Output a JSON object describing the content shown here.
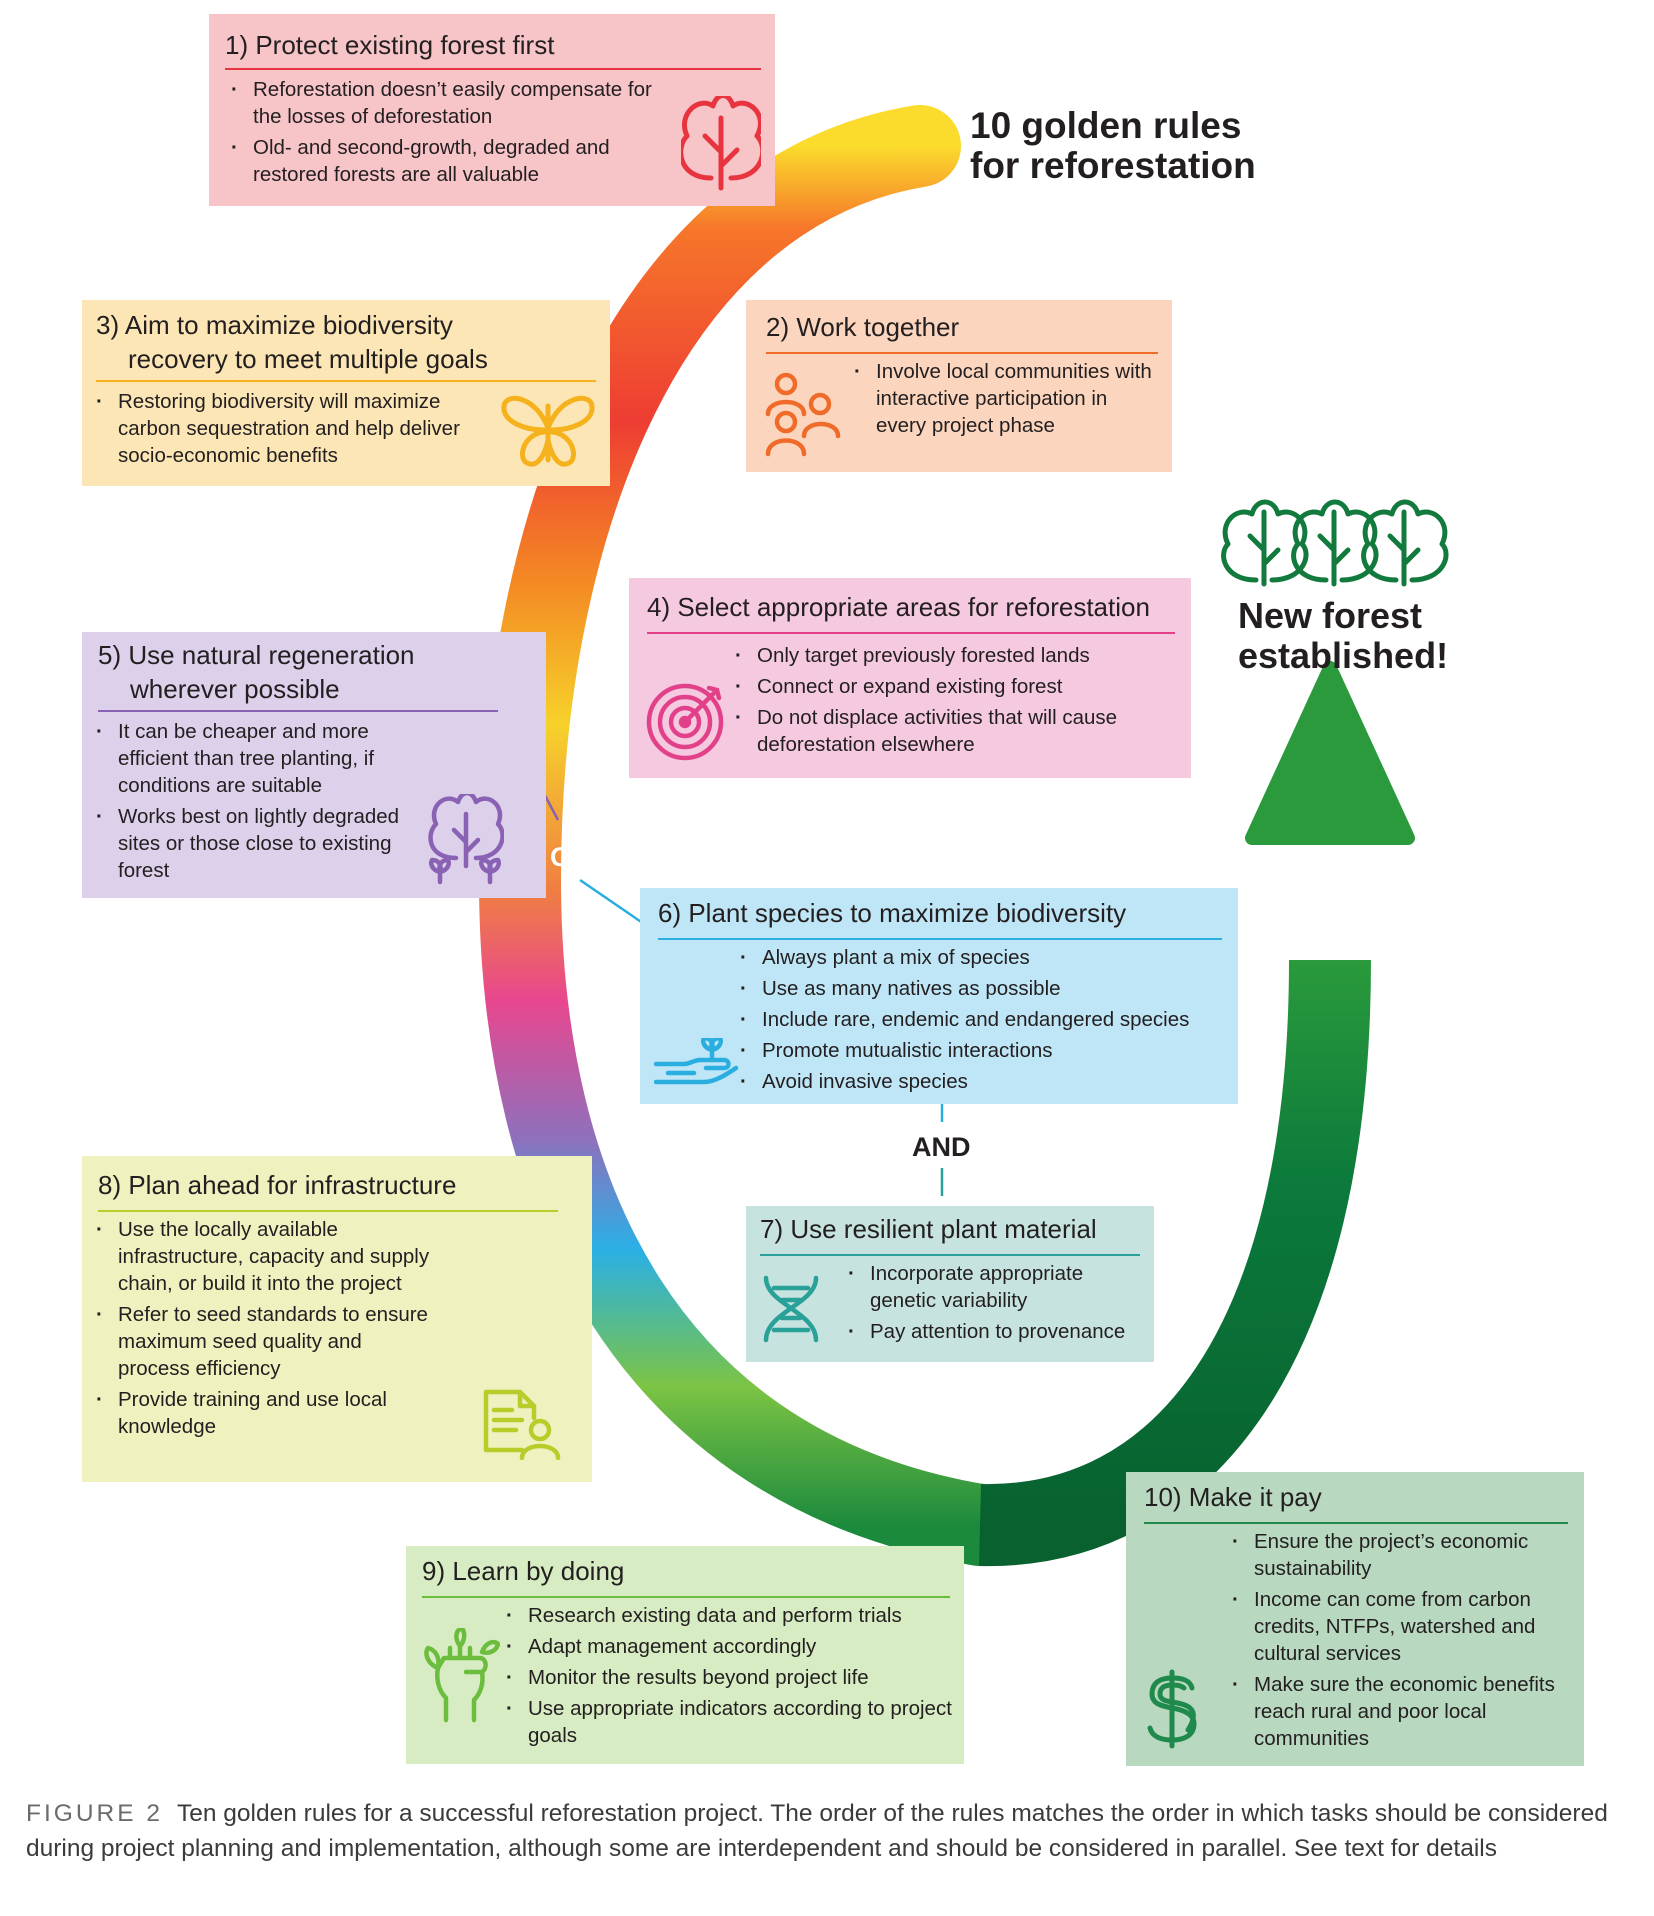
{
  "title": {
    "line1": "10 golden rules",
    "line2": "for reforestation"
  },
  "new_forest": {
    "line1": "New forest",
    "line2": "established!"
  },
  "connectors": {
    "or": "OR",
    "and": "AND"
  },
  "rules": {
    "r1": {
      "heading": "1) Protect existing forest first",
      "icon": "tree-icon",
      "bullets": [
        "Reforestation doesn’t easily compensate for the losses of deforestation",
        "Old- and second-growth, degraded and restored forests are all valuable"
      ]
    },
    "r2": {
      "heading": "2) Work together",
      "icon": "people-icon",
      "bullets": [
        "Involve local communities with interactive participation in every project phase"
      ]
    },
    "r3": {
      "heading_line1": "3) Aim to maximize biodiversity",
      "heading_line2": "recovery to meet multiple goals",
      "icon": "butterfly-icon",
      "bullets": [
        "Restoring biodiversity will maximize carbon sequestration and help deliver socio-economic benefits"
      ]
    },
    "r4": {
      "heading": "4) Select appropriate areas for reforestation",
      "icon": "target-icon",
      "bullets": [
        "Only target previously forested lands",
        "Connect or expand existing forest",
        "Do not displace activities that will cause deforestation elsewhere"
      ]
    },
    "r5": {
      "heading_line1": "5) Use natural regeneration",
      "heading_line2": "wherever possible",
      "icon": "regeneration-tree-icon",
      "bullets": [
        "It can be cheaper and more efficient than tree planting, if conditions are suitable",
        "Works best on lightly degraded sites or those close to existing forest"
      ]
    },
    "r6": {
      "heading": "6) Plant species to maximize biodiversity",
      "icon": "hand-seedling-icon",
      "bullets": [
        "Always plant a mix of species",
        "Use as many natives as possible",
        "Include rare, endemic and endangered species",
        "Promote mutualistic interactions",
        "Avoid invasive species"
      ]
    },
    "r7": {
      "heading": "7) Use resilient plant material",
      "icon": "dna-icon",
      "bullets": [
        "Incorporate appropriate genetic variability",
        "Pay attention to provenance"
      ]
    },
    "r8": {
      "heading": "8) Plan ahead for infrastructure",
      "icon": "document-person-icon",
      "bullets": [
        "Use the locally available infrastructure, capacity and supply chain, or build it into the project",
        "Refer to seed standards to ensure maximum seed quality and process efficiency",
        "Provide training and use local knowledge"
      ]
    },
    "r9": {
      "heading": "9) Learn by doing",
      "icon": "fist-leaves-icon",
      "bullets": [
        "Research existing data and perform trials",
        "Adapt management accordingly",
        "Monitor the results beyond project life",
        "Use appropriate indicators according to project goals"
      ]
    },
    "r10": {
      "heading": "10) Make it pay",
      "icon": "dollar-icon",
      "bullets": [
        "Ensure the project’s economic sustainability",
        "Income can come from carbon credits, NTFPs, watershed and cultural services",
        "Make sure the economic benefits reach rural and poor local communities"
      ]
    }
  },
  "caption": {
    "label": "FIGURE 2",
    "text": "Ten golden rules for a successful reforestation project. The order of the rules matches the order in which tasks should be considered during project planning and implementation, although some are interdependent and should be considered in parallel. See text for details"
  },
  "colors": {
    "r1_bg": "#f7c4c8",
    "r1_accent": "#e8343f",
    "r2_bg": "#fbd5bd",
    "r2_accent": "#f06b2a",
    "r3_bg": "#fce6b5",
    "r3_accent": "#f5b21c",
    "r4_bg": "#f5c9df",
    "r4_accent": "#e3408a",
    "r5_bg": "#dcd0ea",
    "r5_accent": "#8a62b4",
    "r6_bg": "#bfe6f7",
    "r6_accent": "#2aaee0",
    "r7_bg": "#c6e3e0",
    "r7_accent": "#2aa198",
    "r8_bg": "#eff1bf",
    "r8_accent": "#b8cc2a",
    "r9_bg": "#d7ecc2",
    "r9_accent": "#6cbd3e",
    "r10_bg": "#b8d8c0",
    "r10_accent": "#1f8a4c",
    "arrow_green": "#0b7a3b"
  }
}
